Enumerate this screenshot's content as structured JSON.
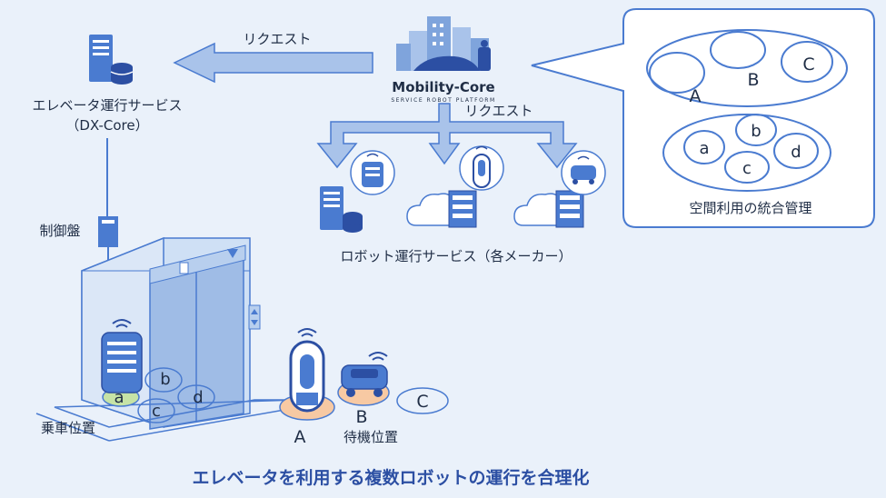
{
  "labels": {
    "request_left": "リクエスト",
    "request_down": "リクエスト",
    "elevator_service": "エレベータ運行サービス",
    "dx_core": "（DX-Core）",
    "control_panel": "制御盤",
    "robot_service": "ロボット運行サービス（各メーカー）",
    "integrated_management": "空間利用の統合管理",
    "boarding_position": "乗車位置",
    "standby_position": "待機位置",
    "caption": "エレベータを利用する複数ロボットの運行を合理化"
  },
  "brand": {
    "name": "Mobility-Core",
    "tagline": "SERVICE ROBOT PLATFORM"
  },
  "bubble_spaces": {
    "upper": [
      "A",
      "B",
      "C"
    ],
    "lower": [
      "a",
      "b",
      "c",
      "d"
    ]
  },
  "elevator_spots": [
    "a",
    "b",
    "c",
    "d"
  ],
  "standby_spots": [
    "A",
    "B",
    "C"
  ],
  "colors": {
    "background": "#eaf1fa",
    "accent_blue": "#4a7bd0",
    "arrow_fill": "#a9c3ea",
    "caption_blue": "#2c4fa3",
    "spot_orange": "#f7c9a3",
    "spot_green": "#c6e3a6"
  }
}
